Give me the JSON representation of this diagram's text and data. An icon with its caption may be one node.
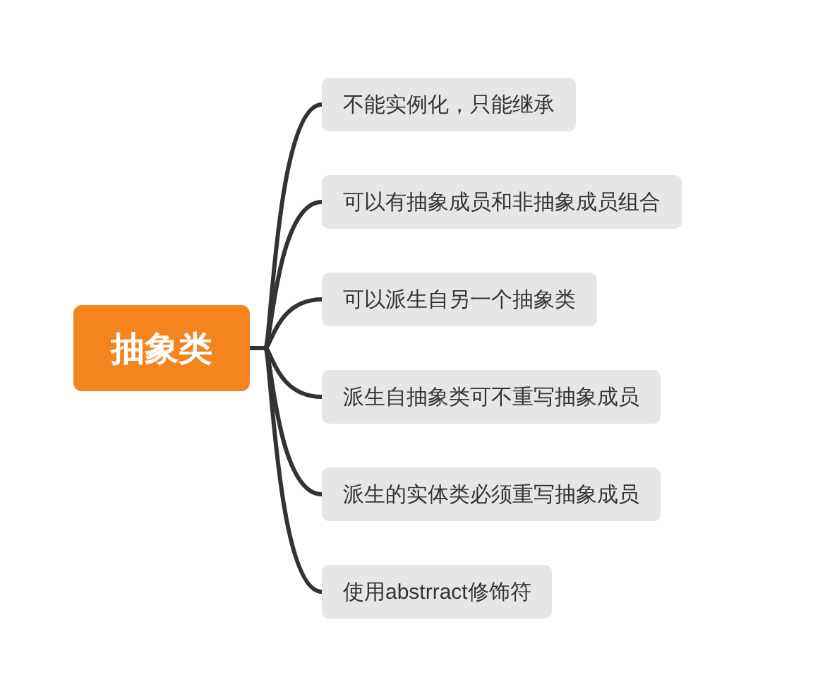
{
  "diagram": {
    "nodes": [
      {
        "text": [
          "抽象类"
        ]
      },
      {
        "text": [
          "不能实例化，只能继承"
        ]
      },
      {
        "text": [
          "可以有抽象成员和非抽象成员组合"
        ]
      },
      {
        "text": [
          "可以派生自另一个抽象类"
        ]
      },
      {
        "text": [
          "派生自抽象类可不重写抽象成员"
        ]
      },
      {
        "text": [
          "派生的实体类必须重写抽象成员"
        ]
      },
      {
        "text": [
          "使用abstrract修饰符"
        ]
      }
    ],
    "edges": [
      {
        "from": 0,
        "to": 1,
        "arrow": "none"
      },
      {
        "from": 0,
        "to": 2,
        "arrow": "none"
      },
      {
        "from": 0,
        "to": 3,
        "arrow": "none"
      },
      {
        "from": 0,
        "to": 4,
        "arrow": "none"
      },
      {
        "from": 0,
        "to": 5,
        "arrow": "none"
      },
      {
        "from": 0,
        "to": 6,
        "arrow": "none"
      }
    ]
  }
}
